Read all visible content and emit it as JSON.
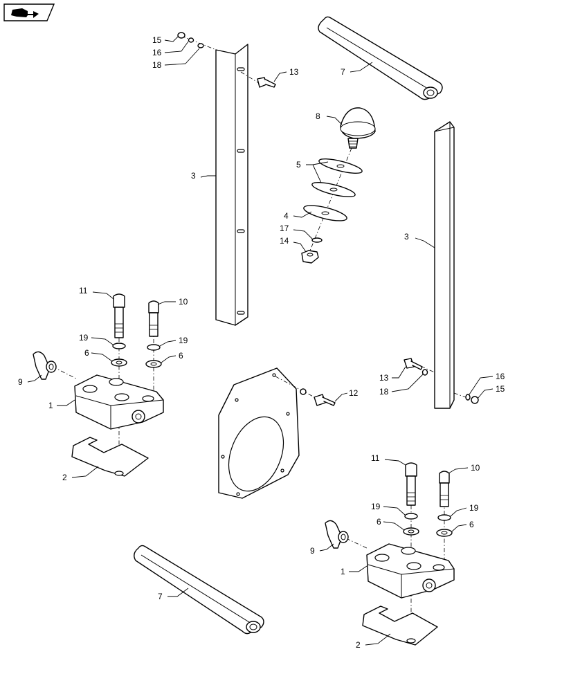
{
  "toolbar_icon": "book-arrow-icon",
  "callouts": {
    "p15_top": "15",
    "p16_top": "16",
    "p18_top": "18",
    "p13_top": "13",
    "p7_top": "7",
    "p8": "8",
    "p5": "5",
    "p4": "4",
    "p17": "17",
    "p14": "14",
    "p3_left": "3",
    "p3_right": "3",
    "p11_left": "11",
    "p10_left": "10",
    "p19_left_a": "19",
    "p19_left_b": "19",
    "p6_left_a": "6",
    "p6_left_b": "6",
    "p9_left": "9",
    "p1_left": "1",
    "p2_left": "2",
    "p12": "12",
    "p13_right": "13",
    "p18_right": "18",
    "p16_right": "16",
    "p15_right": "15",
    "p11_right": "11",
    "p10_right": "10",
    "p19_right_a": "19",
    "p19_right_b": "19",
    "p6_right_a": "6",
    "p6_right_b": "6",
    "p9_right": "9",
    "p1_right": "1",
    "p2_right": "2",
    "p7_bottom": "7"
  }
}
